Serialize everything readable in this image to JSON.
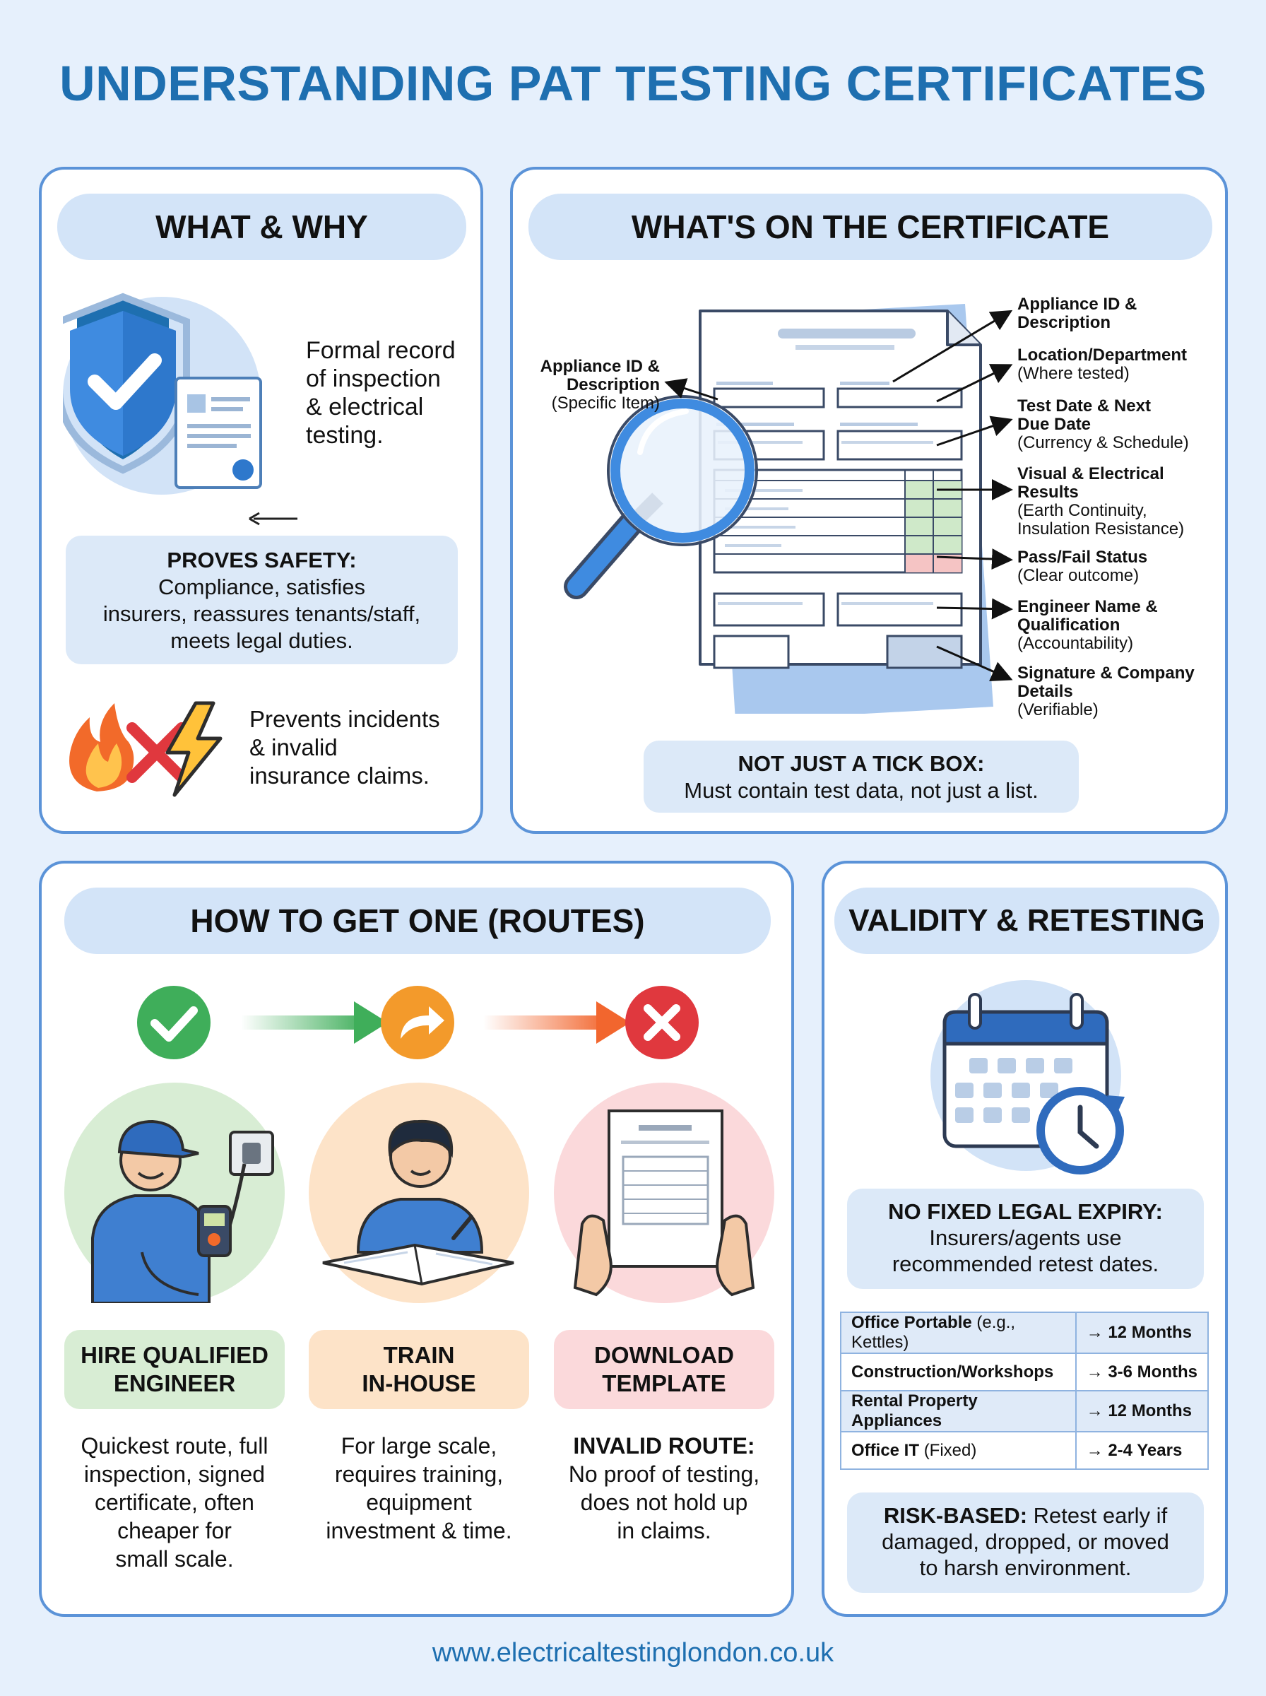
{
  "title": "UNDERSTANDING PAT TESTING CERTIFICATES",
  "what_why": {
    "heading": "WHAT & WHY",
    "record_lines": [
      "Formal record",
      "of inspection",
      "& electrical",
      "testing."
    ],
    "proves_label": "PROVES SAFETY:",
    "proves_lines": [
      "Compliance, satisfies",
      "insurers, reassures tenants/staff,",
      "meets legal duties."
    ],
    "prevents_lines": [
      "Prevents incidents",
      "& invalid",
      "insurance claims."
    ]
  },
  "certificate": {
    "heading": "WHAT'S ON THE CERTIFICATE",
    "left_label": {
      "title_lines": [
        "Appliance ID &",
        "Description"
      ],
      "sub": "(Specific Item)"
    },
    "labels": [
      {
        "title_lines": [
          "Appliance ID &",
          "Description"
        ],
        "sub_lines": []
      },
      {
        "title_lines": [
          "Location/Department"
        ],
        "sub_lines": [
          "(Where tested)"
        ]
      },
      {
        "title_lines": [
          "Test Date & Next",
          "Due Date"
        ],
        "sub_lines": [
          "(Currency & Schedule)"
        ]
      },
      {
        "title_lines": [
          "Visual & Electrical",
          "Results"
        ],
        "sub_lines": [
          "(Earth Continuity,",
          "Insulation Resistance)"
        ]
      },
      {
        "title_lines": [
          "Pass/Fail Status"
        ],
        "sub_lines": [
          "(Clear outcome)"
        ]
      },
      {
        "title_lines": [
          "Engineer Name &",
          "Qualification"
        ],
        "sub_lines": [
          "(Accountability)"
        ]
      },
      {
        "title_lines": [
          "Signature & Company",
          "Details"
        ],
        "sub_lines": [
          "(Verifiable)"
        ]
      }
    ],
    "note_label": "NOT JUST A TICK BOX:",
    "note_text": "Must contain test data, not just a list."
  },
  "routes": {
    "heading": "HOW TO GET ONE (ROUTES)",
    "items": [
      {
        "label_lines": [
          "HIRE QUALIFIED",
          "ENGINEER"
        ],
        "desc_lines": [
          "Quickest route, full",
          "inspection, signed",
          "certificate, often",
          "cheaper for",
          "small scale."
        ],
        "desc_bold": "",
        "color": "#3fae5a"
      },
      {
        "label_lines": [
          "TRAIN",
          "IN-HOUSE"
        ],
        "desc_lines": [
          "For large scale,",
          "requires training,",
          "equipment",
          "investment & time."
        ],
        "desc_bold": "",
        "color": "#f39a2b"
      },
      {
        "label_lines": [
          "DOWNLOAD",
          "TEMPLATE"
        ],
        "desc_lines": [
          "No proof of testing,",
          "does not hold up",
          "in claims."
        ],
        "desc_bold": "INVALID ROUTE:",
        "color": "#e0383e"
      }
    ]
  },
  "validity": {
    "heading": "VALIDITY & RETESTING",
    "expiry_label": "NO FIXED LEGAL EXPIRY:",
    "expiry_lines": [
      "Insurers/agents use",
      "recommended retest dates."
    ],
    "table": [
      {
        "item": "Office Portable",
        "note": "(e.g., Kettles)",
        "period": "12 Months"
      },
      {
        "item": "Construction/Workshops",
        "note": "",
        "period": "3-6 Months"
      },
      {
        "item": "Rental Property Appliances",
        "note": "",
        "period": "12 Months"
      },
      {
        "item": "Office IT",
        "note": "(Fixed)",
        "period": "2-4 Years"
      }
    ],
    "arrow": "→",
    "risk_label": "RISK-BASED:",
    "risk_lines": [
      "Retest early if",
      "damaged, dropped, or moved",
      "to harsh environment."
    ]
  },
  "footer": "www.electricaltestinglondon.co.uk",
  "colors": {
    "accent": "#1e6fb0",
    "panel_border": "#5b93d8",
    "pill": "#d3e4f8",
    "pass": "#cfe9c9",
    "fail": "#f5c4c4"
  }
}
